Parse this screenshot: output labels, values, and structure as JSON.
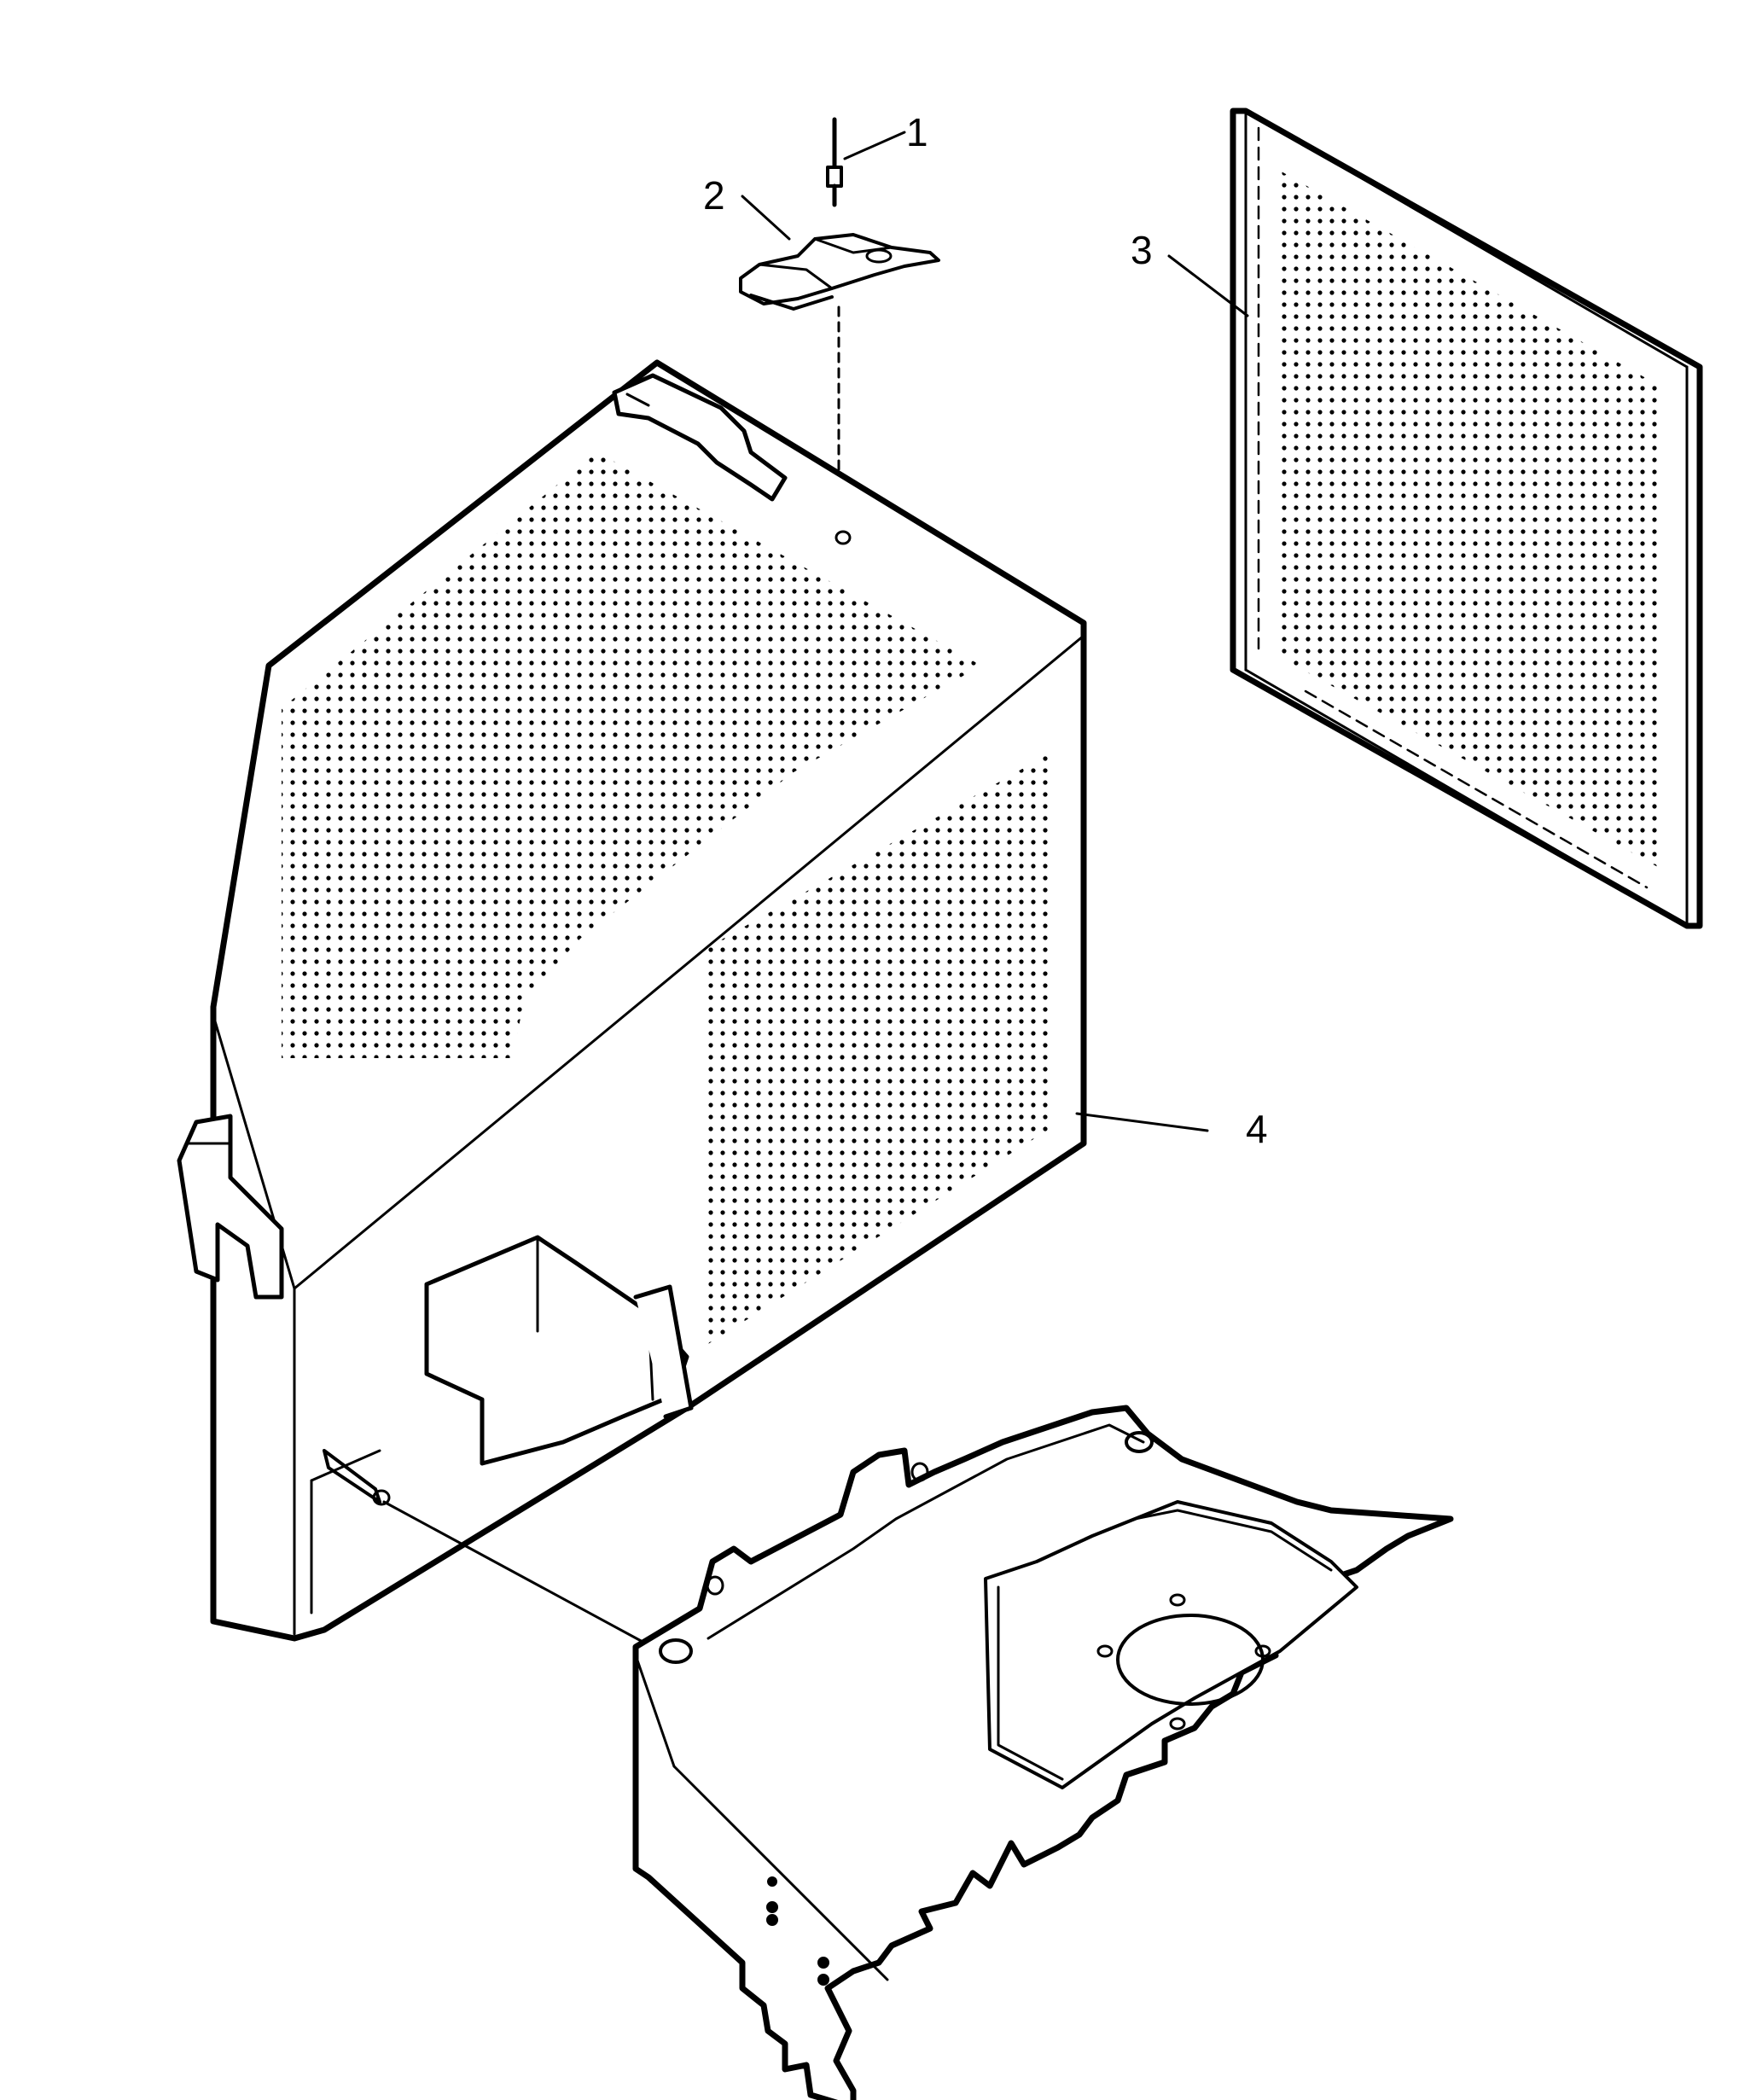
{
  "diagram": {
    "callouts": [
      {
        "id": "1",
        "label": "1",
        "part": "pin"
      },
      {
        "id": "2",
        "label": "2",
        "part": "latch-clip"
      },
      {
        "id": "3",
        "label": "3",
        "part": "perforated-screen-panel"
      },
      {
        "id": "4",
        "label": "4",
        "part": "perforated-housing"
      }
    ]
  }
}
